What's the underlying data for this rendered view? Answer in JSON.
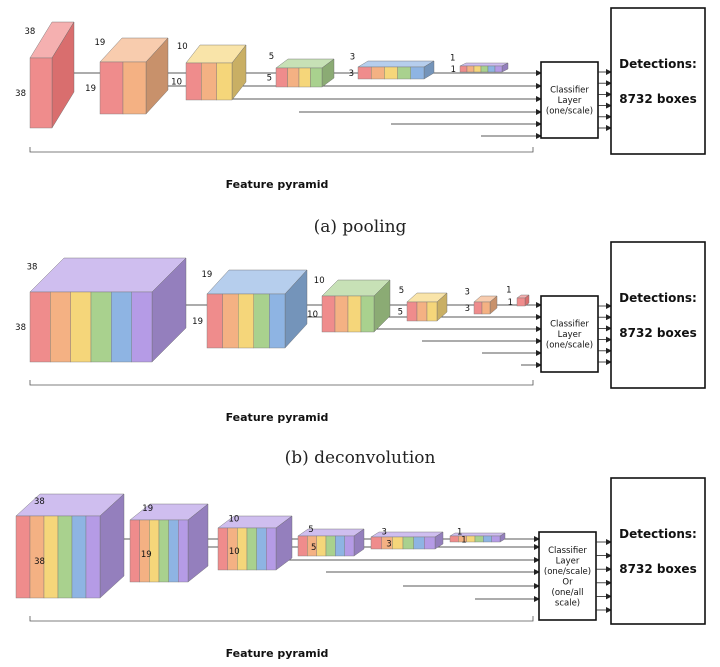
{
  "palette": {
    "rainbow": [
      "#ef8c8c",
      "#f4b183",
      "#f5d67a",
      "#a9d18e",
      "#8eb4e3",
      "#b59be6"
    ],
    "layer_single": "#ef8c8c",
    "layer_single_top": "#f5b0b0",
    "layer_single_side": "#d96e6e",
    "line": "#222222"
  },
  "panels": [
    {
      "id": "pooling",
      "caption": "(a) pooling",
      "pyramid_label": "Feature pyramid",
      "classifier_lines": [
        "Classifier",
        "Layer",
        "(one/scale)"
      ],
      "detections_lines": [
        "Detections:",
        "8732 boxes"
      ],
      "blocks": [
        {
          "dim_top": "38",
          "dim_left": "38",
          "slices": 1,
          "center_label": ""
        },
        {
          "dim_top": "19",
          "dim_left": "19",
          "slices": 2,
          "center_label": ""
        },
        {
          "dim_top": "10",
          "dim_left": "10",
          "slices": 3,
          "center_label": ""
        },
        {
          "dim_top": "5",
          "dim_left": "5",
          "slices": 4,
          "center_label": ""
        },
        {
          "dim_top": "3",
          "dim_left": "3",
          "slices": 5,
          "center_label": ""
        },
        {
          "dim_top": "1",
          "dim_left": "1",
          "slices": 6,
          "center_label": ""
        }
      ]
    },
    {
      "id": "deconvolution",
      "caption": "(b) deconvolution",
      "pyramid_label": "Feature pyramid",
      "classifier_lines": [
        "Classifier",
        "Layer",
        "(one/scale)"
      ],
      "detections_lines": [
        "Detections:",
        "8732 boxes"
      ],
      "blocks": [
        {
          "dim_top": "38",
          "dim_left": "38",
          "slices": 6,
          "center_label": ""
        },
        {
          "dim_top": "19",
          "dim_left": "19",
          "slices": 5,
          "center_label": ""
        },
        {
          "dim_top": "10",
          "dim_left": "10",
          "slices": 4,
          "center_label": ""
        },
        {
          "dim_top": "5",
          "dim_left": "5",
          "slices": 3,
          "center_label": ""
        },
        {
          "dim_top": "3",
          "dim_left": "3",
          "slices": 2,
          "center_label": ""
        },
        {
          "dim_top": "1",
          "dim_left": "1",
          "slices": 1,
          "center_label": ""
        }
      ]
    },
    {
      "id": "combined",
      "caption": "",
      "pyramid_label": "Feature pyramid",
      "classifier_lines": [
        "Classifier",
        "Layer",
        "(one/scale)",
        "Or",
        "(one/all",
        "scale)"
      ],
      "detections_lines": [
        "Detections:",
        "8732 boxes"
      ],
      "blocks": [
        {
          "dim_top": "38",
          "dim_left": "",
          "slices": 6,
          "center_label": "38"
        },
        {
          "dim_top": "19",
          "dim_left": "",
          "slices": 6,
          "center_label": "19"
        },
        {
          "dim_top": "10",
          "dim_left": "",
          "slices": 6,
          "center_label": "10"
        },
        {
          "dim_top": "5",
          "dim_left": "",
          "slices": 6,
          "center_label": "5"
        },
        {
          "dim_top": "3",
          "dim_left": "",
          "slices": 6,
          "center_label": "3"
        },
        {
          "dim_top": "1",
          "dim_left": "",
          "slices": 6,
          "center_label": "1"
        }
      ]
    }
  ]
}
